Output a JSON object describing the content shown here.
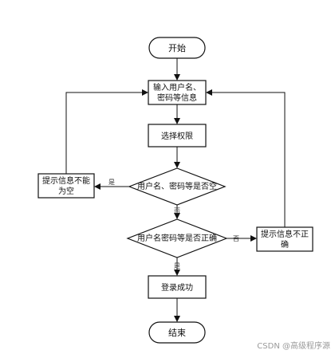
{
  "diagram": {
    "start": "开始",
    "input_line1": "输入用户名、",
    "input_line2": "密码等信息",
    "select": "选择权限",
    "check_empty": "用户名、密码等是否空",
    "check_correct": "用户名密码等是否正确",
    "prompt_empty_line1": "提示信息不能",
    "prompt_empty_line2": "为空",
    "prompt_incorrect_line1": "提示信息不正",
    "prompt_incorrect_line2": "确",
    "login_success": "登录成功",
    "end": "结束",
    "edge_yes_empty": "是",
    "edge_no_empty": "否",
    "edge_no_correct": "否",
    "edge_yes_correct": "是"
  },
  "watermark": "CSDN @高级程序源"
}
